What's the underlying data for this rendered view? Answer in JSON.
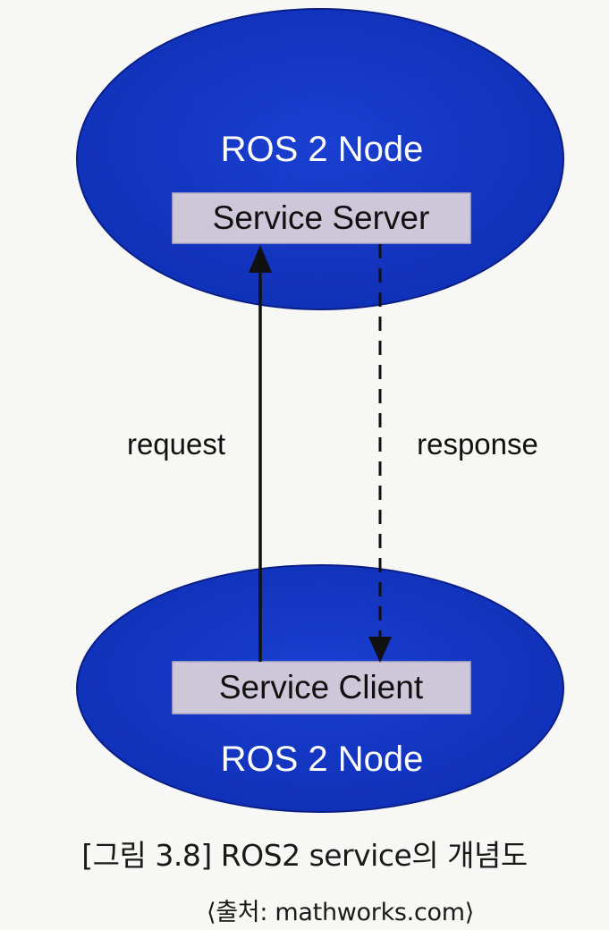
{
  "nodes": {
    "server_node": {
      "title": "ROS 2 Node",
      "service_label": "Service Server"
    },
    "client_node": {
      "title": "ROS 2 Node",
      "service_label": "Service Client"
    }
  },
  "edges": {
    "request_label": "request",
    "response_label": "response"
  },
  "caption": {
    "main": "[그림 3.8]  ROS2 service의 개념도",
    "source": "⟨출처: mathworks.com⟩"
  },
  "colors": {
    "node_fill": "#1336c4",
    "node_edge": "#0a1f86",
    "service_box_fill": "#cdc7d9",
    "arrow": "#111111"
  }
}
